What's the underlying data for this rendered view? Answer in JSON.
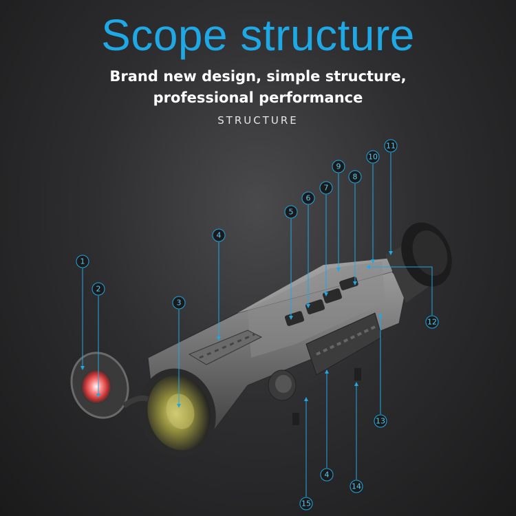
{
  "header": {
    "title": "Scope structure",
    "subtitle_line1": "Brand new design, simple structure,",
    "subtitle_line2": "professional performance",
    "caption": "STRUCTURE"
  },
  "callouts": [
    "1",
    "2",
    "3",
    "4",
    "5",
    "6",
    "7",
    "8",
    "9",
    "10",
    "11",
    "12",
    "13",
    "4",
    "14",
    "15"
  ],
  "colors": {
    "accent": "#1ea9e6",
    "background": "#2e2e30",
    "text": "#ffffff"
  }
}
